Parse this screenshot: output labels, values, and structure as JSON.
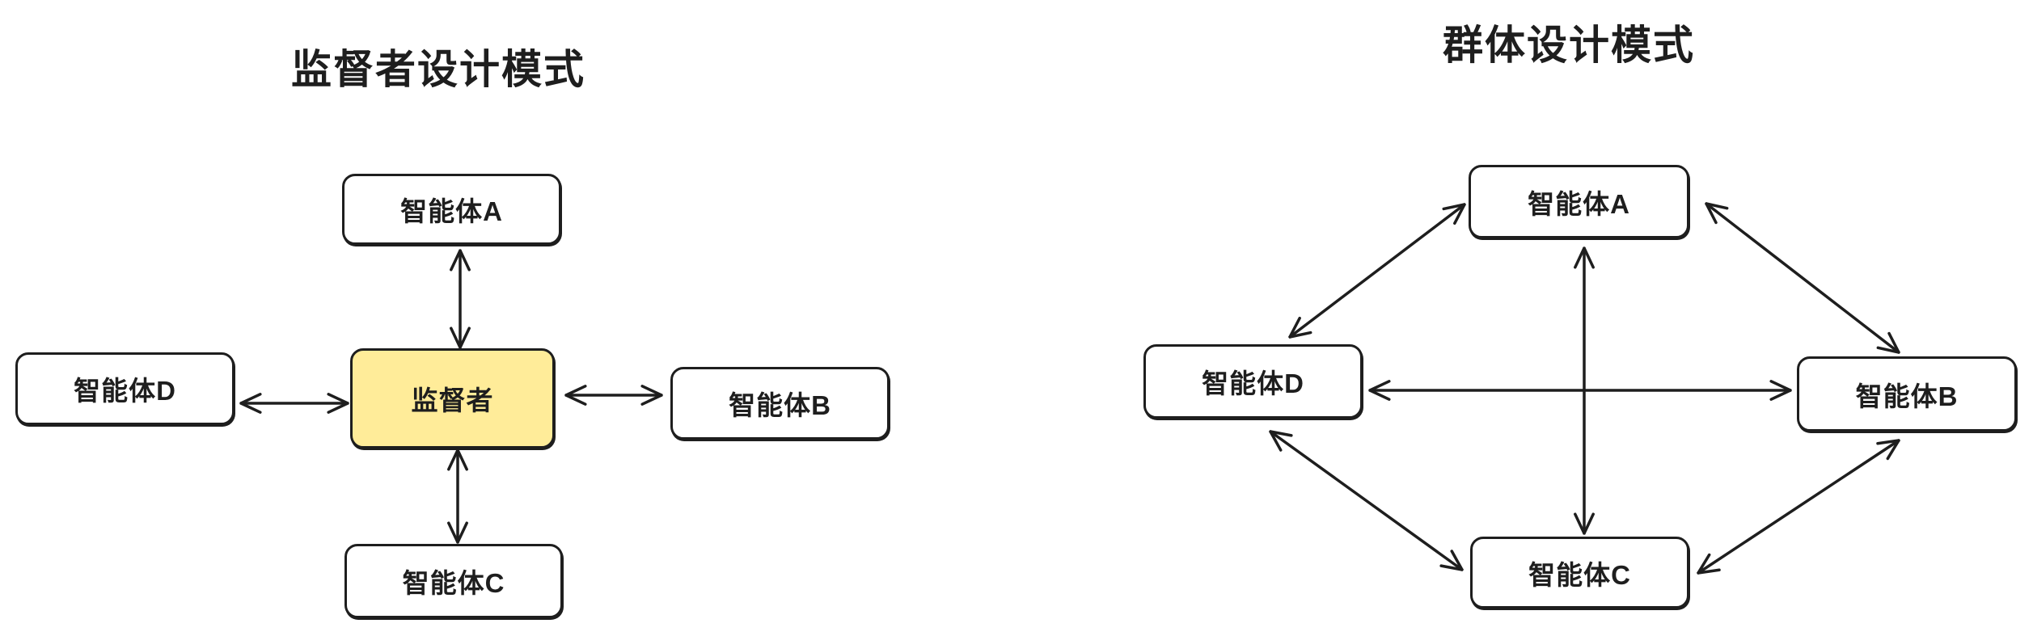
{
  "supervisor_pattern": {
    "title": "监督者设计模式",
    "supervisor": "监督者",
    "agents": {
      "a": "智能体A",
      "b": "智能体B",
      "c": "智能体C",
      "d": "智能体D"
    }
  },
  "swarm_pattern": {
    "title": "群体设计模式",
    "agents": {
      "a": "智能体A",
      "b": "智能体B",
      "c": "智能体C",
      "d": "智能体D"
    }
  },
  "colors": {
    "stroke": "#1e1e1e",
    "supervisor_fill": "#ffec99",
    "agent_fill": "#ffffff",
    "background": "#ffffff"
  }
}
